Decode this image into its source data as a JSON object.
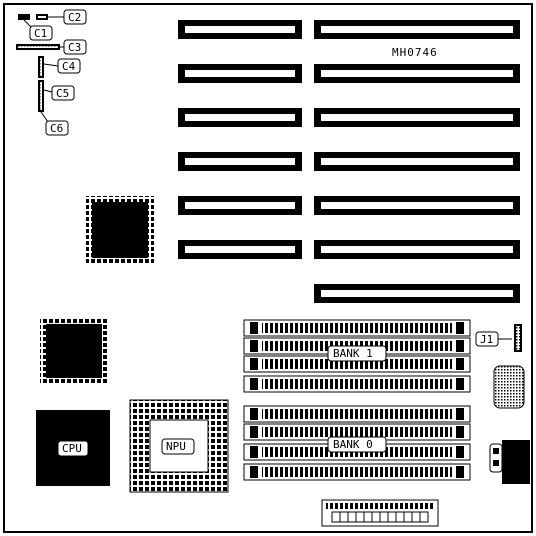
{
  "diagram": {
    "model_code": "MH0746",
    "callouts": [
      "C1",
      "C2",
      "C3",
      "C4",
      "C5",
      "C6",
      "J1"
    ],
    "components": {
      "cpu": "CPU",
      "npu": "NPU",
      "bank1": "BANK 1",
      "bank0": "BANK 0"
    }
  }
}
